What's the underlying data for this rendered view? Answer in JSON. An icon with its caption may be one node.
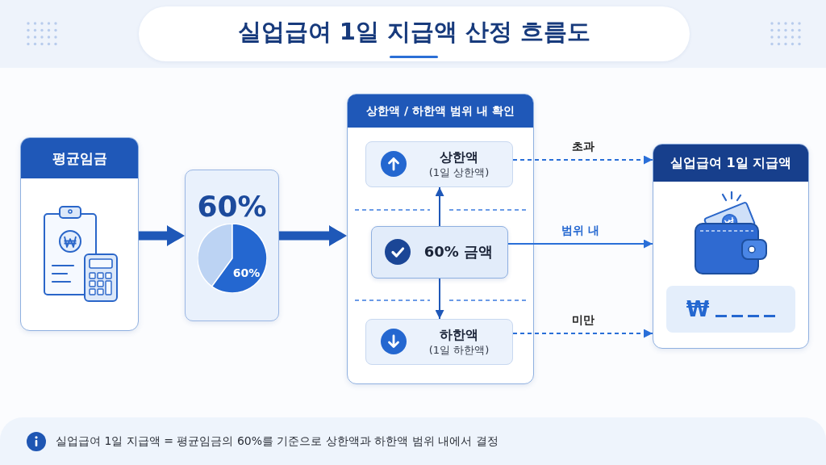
{
  "diagram": {
    "title": "실업급여 1일 지급액 산정 흐름도",
    "nodes": [
      {
        "text": [
          "평균임금"
        ]
      },
      {
        "text": [
          "60%",
          "60%"
        ]
      },
      {
        "text": [
          "상한액 / 하한액 범위 내 확인"
        ]
      },
      {
        "text": [
          "상한액",
          "(1일 상한액)"
        ],
        "in": 2
      },
      {
        "text": [
          "60% 금액"
        ],
        "in": 2
      },
      {
        "text": [
          "하한액",
          "(1일 하한액)"
        ],
        "in": 2
      },
      {
        "text": [
          "실업급여 1일 지급액",
          "₩"
        ]
      }
    ],
    "edges": [
      {
        "from": 0,
        "to": 1,
        "arrow": "to",
        "style": "thick"
      },
      {
        "from": 1,
        "to": 2,
        "arrow": "to",
        "style": "thick"
      },
      {
        "from": 4,
        "to": 3,
        "arrow": "to"
      },
      {
        "from": 4,
        "to": 5,
        "arrow": "to"
      },
      {
        "from": 3,
        "to": 6,
        "label": "초과",
        "arrow": "to",
        "style": "dashed",
        "color": "#2a6fd8"
      },
      {
        "from": 4,
        "to": 6,
        "label": "범위 내",
        "arrow": "to",
        "color": "#2a6fd8"
      },
      {
        "from": 5,
        "to": 6,
        "label": "미만",
        "arrow": "to",
        "style": "dashed",
        "color": "#2a6fd8"
      }
    ],
    "caption": "실업급여 1일 지급액 = 평균임금의 60%를 기준으로 상한액과 하한액 범위 내에서 결정"
  }
}
